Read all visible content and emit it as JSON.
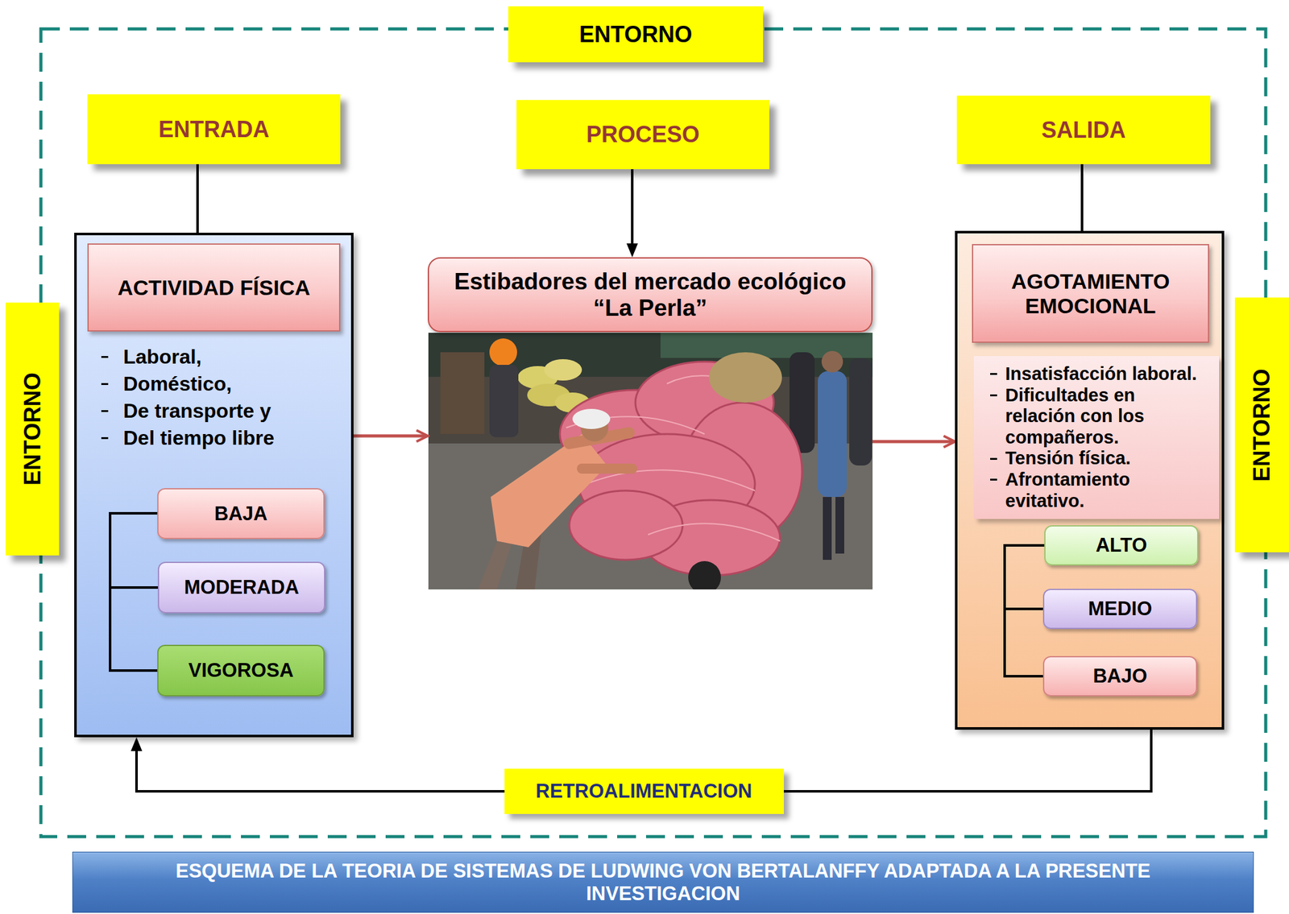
{
  "diagram": {
    "caption": "ESQUEMA DE LA TEORIA DE SISTEMAS DE LUDWING VON BERTALANFFY ADAPTADA A LA PRESENTE INVESTIGACION",
    "nodes": [
      {
        "text": [
          "ENTORNO"
        ]
      },
      {
        "text": [
          "ENTRADA"
        ]
      },
      {
        "text": [
          "PROCESO"
        ]
      },
      {
        "text": [
          "SALIDA"
        ]
      },
      {
        "text": [
          "ENTORNO"
        ]
      },
      {
        "text": [
          "Laboral,",
          "Doméstico,",
          "De transporte y",
          "Del tiempo libre"
        ]
      },
      {
        "text": [
          "ACTIVIDAD FÍSICA"
        ],
        "in": 5
      },
      {
        "text": [
          "BAJA"
        ],
        "in": 5
      },
      {
        "text": [
          "MODERADA"
        ],
        "in": 5
      },
      {
        "text": [
          "VIGOROSA"
        ],
        "in": 5
      },
      {
        "text": [
          "Estibadores del mercado ecológico “La Perla”"
        ]
      },
      {
        "text": [
          "Insatisfacción laboral.",
          "Dificultades en relación con los compañeros.",
          "Tensión física.",
          "Afrontamiento evitativo."
        ]
      },
      {
        "text": [
          "AGOTAMIENTO EMOCIONAL"
        ],
        "in": 11
      },
      {
        "text": [
          "ALTO"
        ],
        "in": 11
      },
      {
        "text": [
          "MEDIO"
        ],
        "in": 11
      },
      {
        "text": [
          "BAJO"
        ],
        "in": 11
      },
      {
        "text": [
          "ENTORNO"
        ]
      }
    ],
    "edges": [
      {
        "from": 1,
        "to": 5,
        "arrow": "none"
      },
      {
        "from": 2,
        "to": 10,
        "arrow": "to"
      },
      {
        "from": 3,
        "to": 11,
        "arrow": "none"
      },
      {
        "from": 5,
        "to": 10,
        "arrow": "to"
      },
      {
        "from": 10,
        "to": 11,
        "arrow": "to"
      },
      {
        "from": 11,
        "to": 5,
        "arrow": "to",
        "label": "RETROALIMENTACION"
      }
    ]
  }
}
